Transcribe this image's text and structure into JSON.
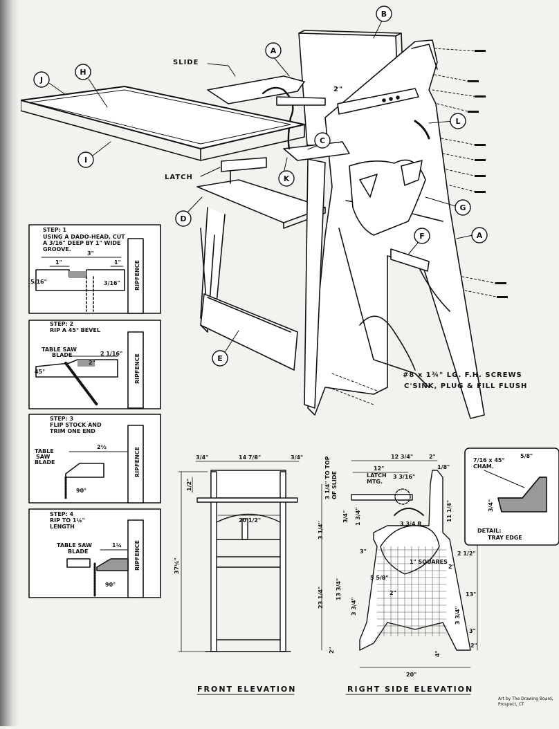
{
  "callouts": {
    "a": "A",
    "a2": "A",
    "b": "B",
    "c": "C",
    "d": "D",
    "e": "E",
    "f": "F",
    "g": "G",
    "h": "H",
    "i": "I",
    "j": "J",
    "k": "K",
    "l": "L"
  },
  "labels": {
    "slide": "SLIDE",
    "latch": "LATCH",
    "screws_line1": "#8 x 1¾\" LG. F.H. SCREWS",
    "screws_line2": "C'SINK, PLUG & FILL FLUSH",
    "dim_2": "2\""
  },
  "steps": [
    {
      "title": "STEP: 1",
      "text": [
        "USING A DADO-HEAD, CUT",
        "A 3/16\" DEEP BY 1\" WIDE",
        "GROOVE."
      ],
      "fence": "RIPFENCE",
      "dims": [
        "3\"",
        "1\"",
        "1\"",
        "5/16\"",
        "3/16\""
      ]
    },
    {
      "title": "STEP: 2",
      "text": [
        "RIP A 45° BEVEL"
      ],
      "fence": "RIPFENCE",
      "blade": [
        "TABLE SAW",
        "BLADE"
      ],
      "dims": [
        "45°",
        "2\"",
        "2 1/16\""
      ]
    },
    {
      "title": "STEP: 3",
      "text": [
        "FLIP STOCK AND",
        "TRIM ONE END"
      ],
      "fence": "RIPFENCE",
      "blade": [
        "TABLE",
        "SAW",
        "BLADE"
      ],
      "dims": [
        "2½",
        "90°"
      ]
    },
    {
      "title": "STEP: 4",
      "text": [
        "RIP TO 1¼\"",
        "LENGTH"
      ],
      "fence": "RIPFENCE",
      "blade": [
        "TABLE SAW",
        "BLADE"
      ],
      "dims": [
        "1¼",
        "90°"
      ]
    }
  ],
  "front": {
    "title": "FRONT ELEVATION",
    "dims": {
      "top_mid": "14 7/8\"",
      "top_left": "3/4\"",
      "top_right": "3/4\"",
      "side": "1/2\"",
      "height": "37¼\"",
      "tray": "20 1/2\""
    }
  },
  "side": {
    "title": "RIGHT SIDE ELEVATION",
    "dims": {
      "d1": "12 3/4\"",
      "d2": "12\"",
      "d3": "2\"",
      "d4": "1/8\"",
      "d5": "3 3/16\"",
      "latch": "LATCH",
      "latch2": "MTG.",
      "v1": "3 1/4\" TO TOP",
      "v2": "OF SLIDE",
      "r": "3 3/4 R",
      "squares": "1\" SQUARES",
      "d6": "3\"",
      "d7": "5 5/8\"",
      "d8": "2 1/2\"",
      "d9": "2\"",
      "d10": "2\"",
      "d11": "3 3/4\"",
      "d12": "13 3/4\"",
      "d13": "23 1/4\"",
      "d14": "13\"",
      "d15": "3 3/4\"",
      "d16": "3\"",
      "d17": "2\"",
      "d18": "4\"",
      "d19": "20\"",
      "d20": "11 1/4\"",
      "d21": "1 3/4\"",
      "d22": "3/4\"",
      "d23": "3 1/4\"",
      "d24": "2\""
    },
    "title_detail": "DETAIL:",
    "title_detail2": "TRAY EDGE",
    "chamfer": "7/16 x 45°",
    "chamfer2": "CHAM.",
    "ch_dim": "5/8\"",
    "ch_dim2": "3/4\""
  },
  "credit": [
    "Art by The Drawing Board,",
    "Prospect, CT"
  ]
}
